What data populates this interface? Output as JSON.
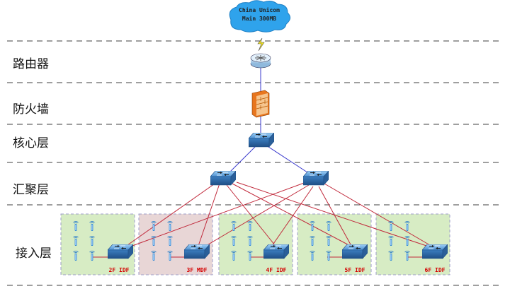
{
  "cloud": {
    "line1": "China  Unicom",
    "line2": "Main  300MB"
  },
  "layers": [
    {
      "id": "router",
      "label": "路由器"
    },
    {
      "id": "firewall",
      "label": "防火墙"
    },
    {
      "id": "core",
      "label": "核心层"
    },
    {
      "id": "aggregation",
      "label": "汇聚层"
    },
    {
      "id": "access",
      "label": "接入层"
    }
  ],
  "zones": [
    {
      "label": "2F IDF",
      "color": "#d7ecc4"
    },
    {
      "label": "3F MDF",
      "color": "#e8d6d6"
    },
    {
      "label": "4F IDF",
      "color": "#d7ecc4"
    },
    {
      "label": "5F IDF",
      "color": "#d7ecc4"
    },
    {
      "label": "6F IDF",
      "color": "#d7ecc4"
    }
  ],
  "colors": {
    "uplink": "#3a3acd",
    "downlink": "#c0283a",
    "cloud": "#2fa3ec",
    "switch": "#4b8fd0",
    "firewall": "#e8761e",
    "dash": "#666666"
  },
  "icons": {
    "cloud": "internet-cloud-icon",
    "router": "router-icon",
    "firewall": "firewall-icon",
    "switch": "layer3-switch-icon",
    "ap": "wireless-ap-icon"
  }
}
